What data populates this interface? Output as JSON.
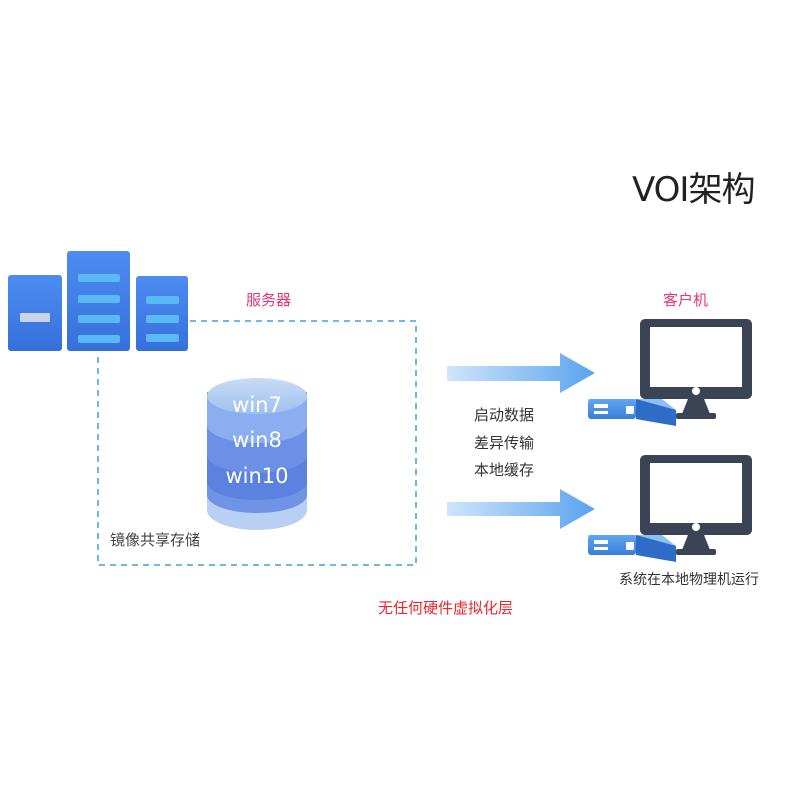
{
  "title": "VOI架构",
  "labels": {
    "server": "服务器",
    "client": "客户机",
    "storage": "镜像共享存储",
    "data_lines": [
      "启动数据",
      "差异传输",
      "本地缓存"
    ],
    "local_run": "系统在本地物理机运行",
    "no_layer": "无任何硬件虚拟化层"
  },
  "os_layers": [
    "win7",
    "win8",
    "win10"
  ],
  "colors": {
    "server_blue": "#3f7fe6",
    "server_stripe": "#5ab8f5",
    "arrow_blue": "#6aaef0",
    "monitor_dark": "#3a4454",
    "pink": "#e8327a",
    "red": "#e8262d",
    "dashed_line": "#3fa0e0"
  },
  "icons": [
    "server-icon",
    "database-icon",
    "monitor-icon",
    "mini-pc-icon",
    "arrow-right-icon"
  ]
}
